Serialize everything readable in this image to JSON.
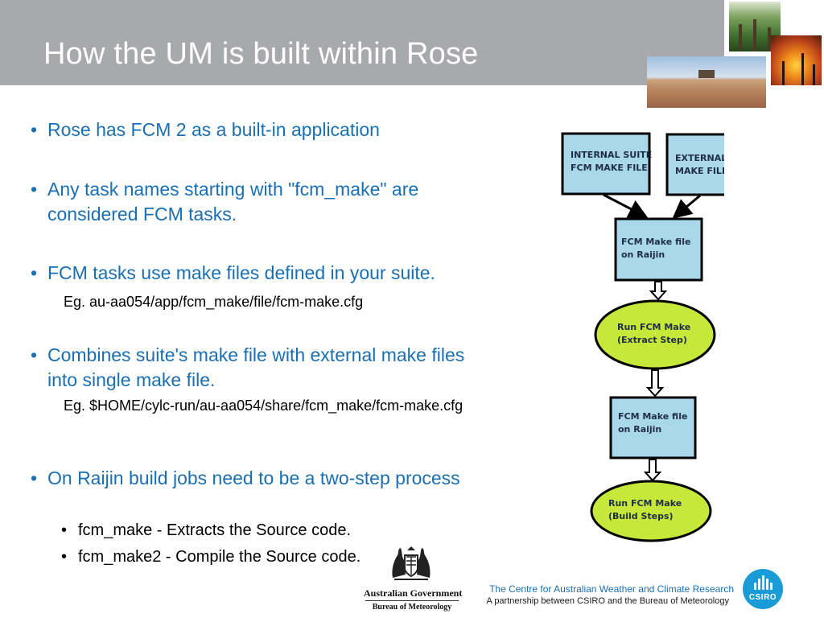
{
  "slide": {
    "title": "How the UM is built within Rose"
  },
  "bullets": [
    {
      "text": "Rose has FCM 2 as a built-in application"
    },
    {
      "text": "Any task names starting with \"fcm_make\" are considered FCM tasks."
    },
    {
      "text": "FCM tasks use make files defined in your suite.",
      "note": "Eg. au-aa054/app/fcm_make/file/fcm-make.cfg"
    },
    {
      "text": "Combines suite's make file with external make files into single make file.",
      "note": "Eg. $HOME/cylc-run/au-aa054/share/fcm_make/fcm-make.cfg"
    },
    {
      "text": "On Raijin build jobs need to be a two-step process",
      "subitems": [
        "fcm_make  - Extracts the Source code.",
        "fcm_make2 - Compile the Source code."
      ]
    }
  ],
  "bullet_glyph": "•",
  "flowchart": {
    "colors": {
      "box_fill": "#a8d8ea",
      "ellipse_fill": "#c6e83a",
      "outline": "#000000"
    },
    "boxes": [
      {
        "line1": "INTERNAL SUITE",
        "line2": "FCM MAKE FILE"
      },
      {
        "line1": "EXTERNAL FCM",
        "line2": "MAKE FILES"
      },
      {
        "line1": "FCM Make file",
        "line2": "on Raijin"
      },
      {
        "line1": "FCM Make file",
        "line2": "on Raijin"
      }
    ],
    "ellipses": [
      {
        "line1": "Run FCM Make",
        "line2": "(Extract Step)"
      },
      {
        "line1": "Run FCM Make",
        "line2": "(Build Steps)"
      }
    ]
  },
  "footer": {
    "gov_line1": "Australian Government",
    "gov_line2": "Bureau of Meteorology",
    "centre": "The Centre for Australian Weather and Climate Research",
    "partnership": "A partnership between CSIRO and the Bureau of Meteorology",
    "csiro_logo": "CSIRO"
  },
  "theme": {
    "title_bar": "#a7a9ac",
    "bullet_blue": "#1a6fb3"
  }
}
